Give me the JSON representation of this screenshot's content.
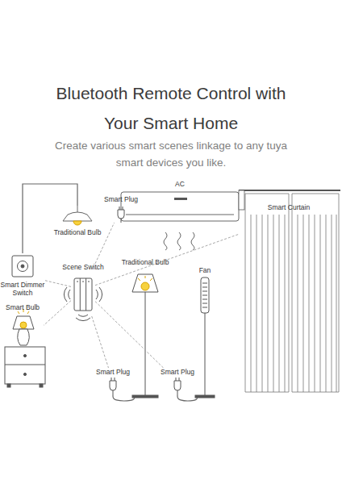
{
  "diagram": {
    "title": "Bluetooth Remote Control with Your Smart Home",
    "nodes": [
      {
        "text": [
          "AC"
        ]
      },
      {
        "text": [
          "Smart Plug"
        ]
      },
      {
        "text": [
          "Smart Curtain"
        ]
      },
      {
        "text": [
          "Traditional Bulb"
        ]
      },
      {
        "text": [
          "Traditional Bulb"
        ]
      },
      {
        "text": [
          "Scene Switch"
        ]
      },
      {
        "text": [
          "Fan"
        ]
      },
      {
        "text": [
          "Smart Dimmer Switch"
        ]
      },
      {
        "text": [
          "Smart Bulb"
        ]
      },
      {
        "text": [
          "Smart Plug"
        ]
      },
      {
        "text": [
          "Smart Plug"
        ]
      }
    ],
    "edges": [
      {
        "from": 5,
        "to": 7,
        "arrow": "none"
      },
      {
        "from": 5,
        "to": 8,
        "arrow": "none"
      },
      {
        "from": 5,
        "to": 1,
        "arrow": "none"
      },
      {
        "from": 5,
        "to": 2,
        "arrow": "none"
      },
      {
        "from": 5,
        "to": 9,
        "arrow": "none"
      },
      {
        "from": 5,
        "to": 10,
        "arrow": "none"
      },
      {
        "from": 7,
        "to": 3,
        "arrow": "none"
      },
      {
        "from": 9,
        "to": 4,
        "arrow": "none"
      },
      {
        "from": 10,
        "to": 6,
        "arrow": "none"
      }
    ],
    "labels": [
      "Create various smart scenes linkage to any tuya smart devices you like."
    ]
  }
}
